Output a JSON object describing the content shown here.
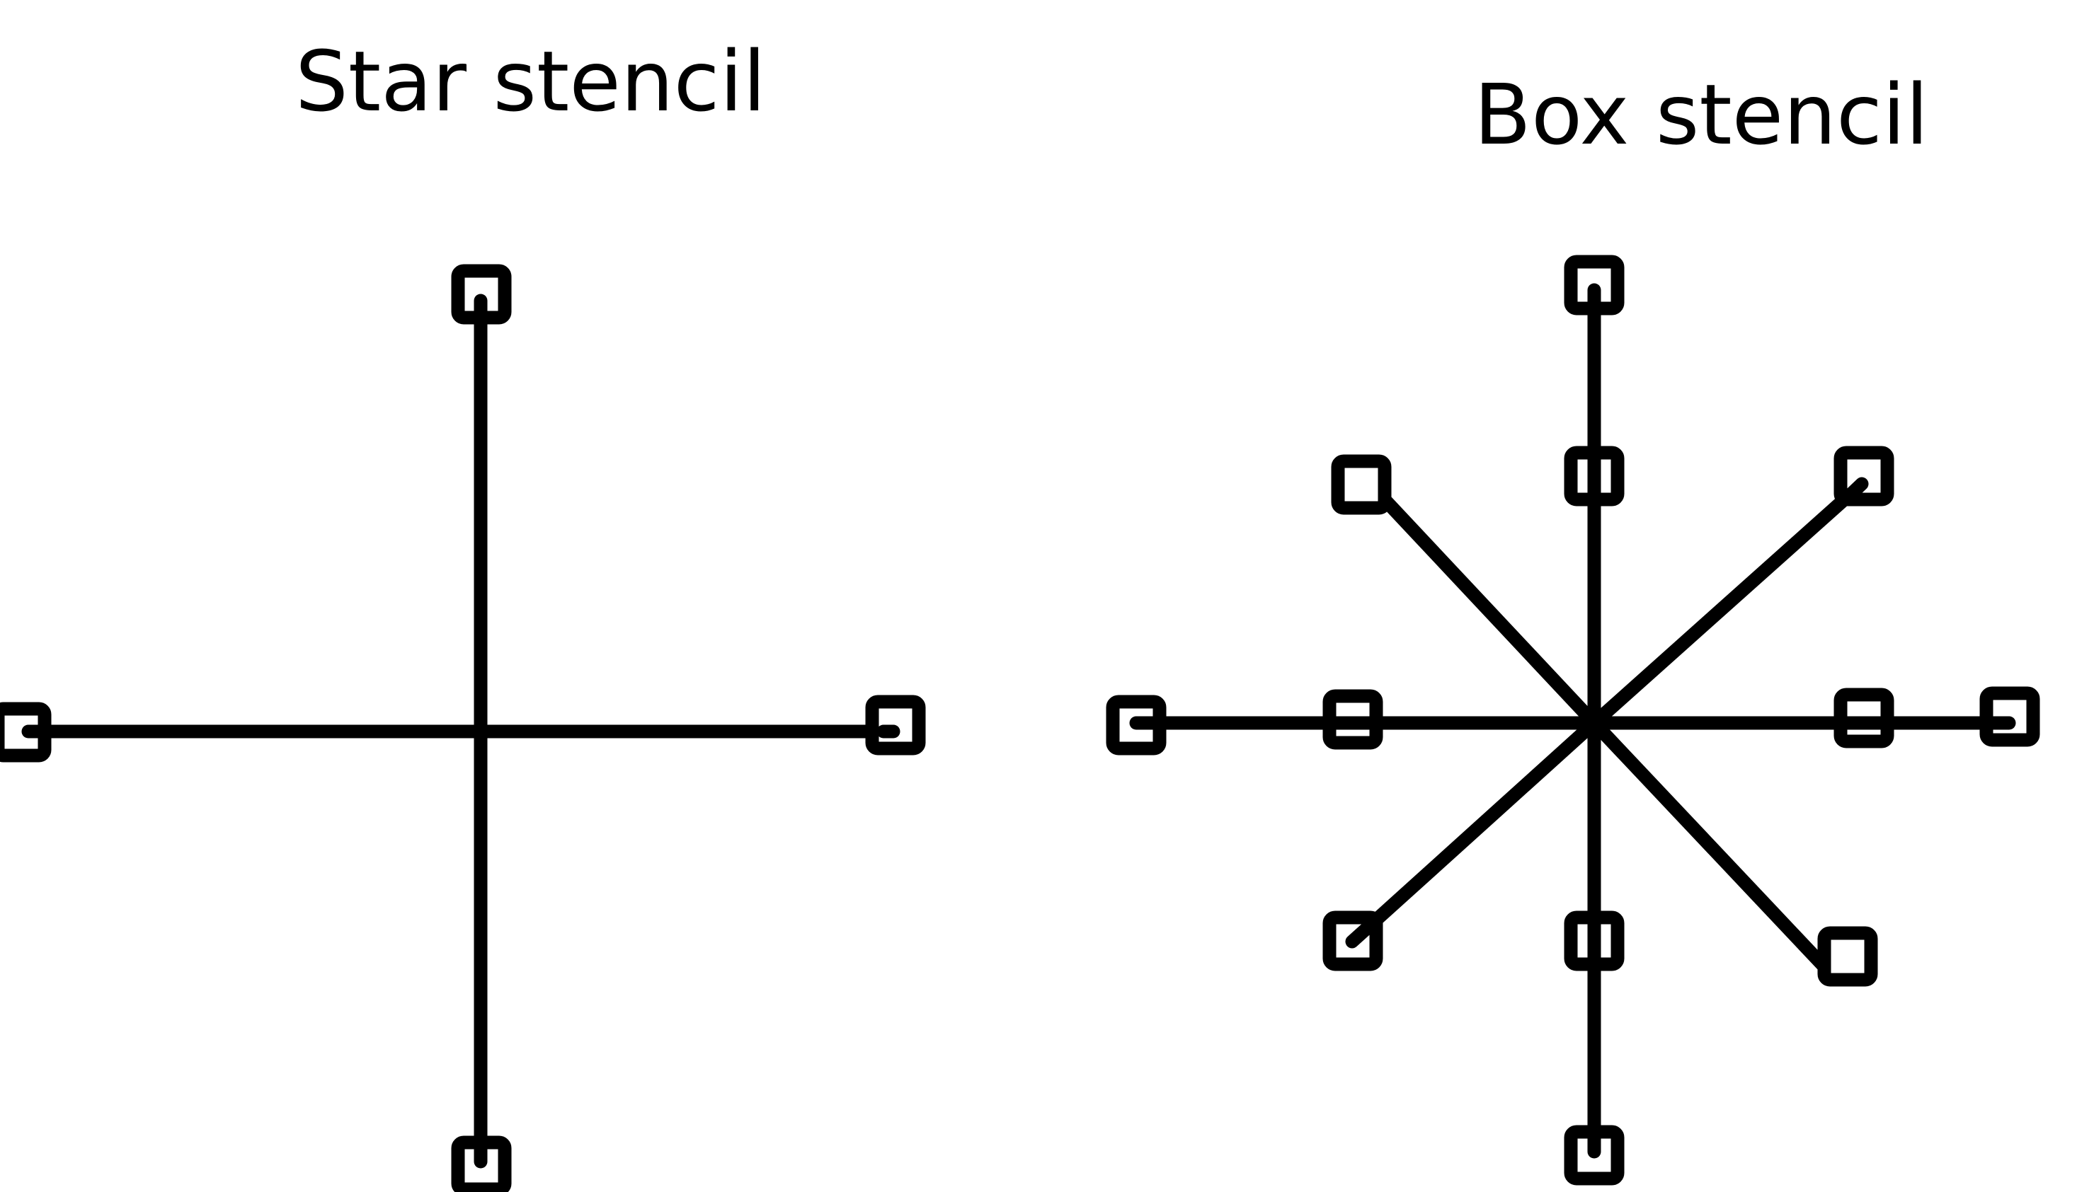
{
  "diagrams": [
    {
      "title": "Star stencil",
      "pattern": "plus-shaped star with 4 arms, one node at the end of each arm",
      "arms": [
        "up",
        "down",
        "left",
        "right"
      ],
      "nodes_per_arm": 1
    },
    {
      "title": "Box stencil",
      "pattern": "3x3 box with 8 arms (including diagonals) around a center point",
      "arms": [
        "up",
        "down",
        "left",
        "right",
        "up-left",
        "up-right",
        "down-left",
        "down-right"
      ],
      "nodes_per_straight_arm": 2,
      "nodes_per_diagonal_arm": 1
    }
  ],
  "colors": {
    "line": "#000000",
    "node_fill": "#ffffff",
    "background": "#ffffff"
  }
}
